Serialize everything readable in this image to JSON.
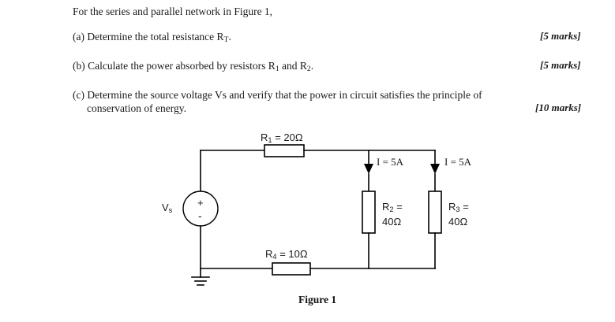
{
  "question": {
    "intro": "For the series and parallel network in Figure 1,",
    "parts": [
      {
        "label": "(a)",
        "text": "(a) Determine the total resistance R",
        "sub": "T",
        "tail": ".",
        "marks": "[5 marks]"
      },
      {
        "label": "(b)",
        "text_1": "(b) Calculate the power absorbed by resistors R",
        "sub_1": "1",
        "text_2": " and R",
        "sub_2": "2",
        "tail": ".",
        "marks": "[5 marks]"
      },
      {
        "label": "(c)",
        "line1": "(c) Determine the source voltage Vs and verify that the power in circuit satisfies the principle of",
        "line2": "conservation of energy.",
        "marks": "[10 marks]"
      }
    ]
  },
  "circuit": {
    "caption": "Figure 1",
    "source": {
      "name": "Vs",
      "label": "V",
      "sub": "s",
      "plus": "+",
      "minus": "-"
    },
    "resistors": [
      {
        "id": "R1",
        "label": "R",
        "sub": "1",
        "value": "= 20Ω",
        "full": "R₁ = 20Ω"
      },
      {
        "id": "R2",
        "label": "R",
        "sub": "2",
        "value": "=",
        "value_line2": "40Ω",
        "full": "R₂ = 40Ω"
      },
      {
        "id": "R3",
        "label": "R",
        "sub": "3",
        "value": "=",
        "value_line2": "40Ω",
        "full": "R₃ = 40Ω"
      },
      {
        "id": "R4",
        "label": "R",
        "sub": "4",
        "value": "= 10Ω",
        "full": "R₄ = 10Ω"
      }
    ],
    "currents": [
      {
        "id": "I-R2",
        "text": "I = 5A"
      },
      {
        "id": "I-R3",
        "text": "I = 5A"
      }
    ],
    "ground": "ground-symbol"
  },
  "colors": {
    "ink": "#1a1a1a",
    "line": "#000000",
    "background": "#ffffff"
  }
}
